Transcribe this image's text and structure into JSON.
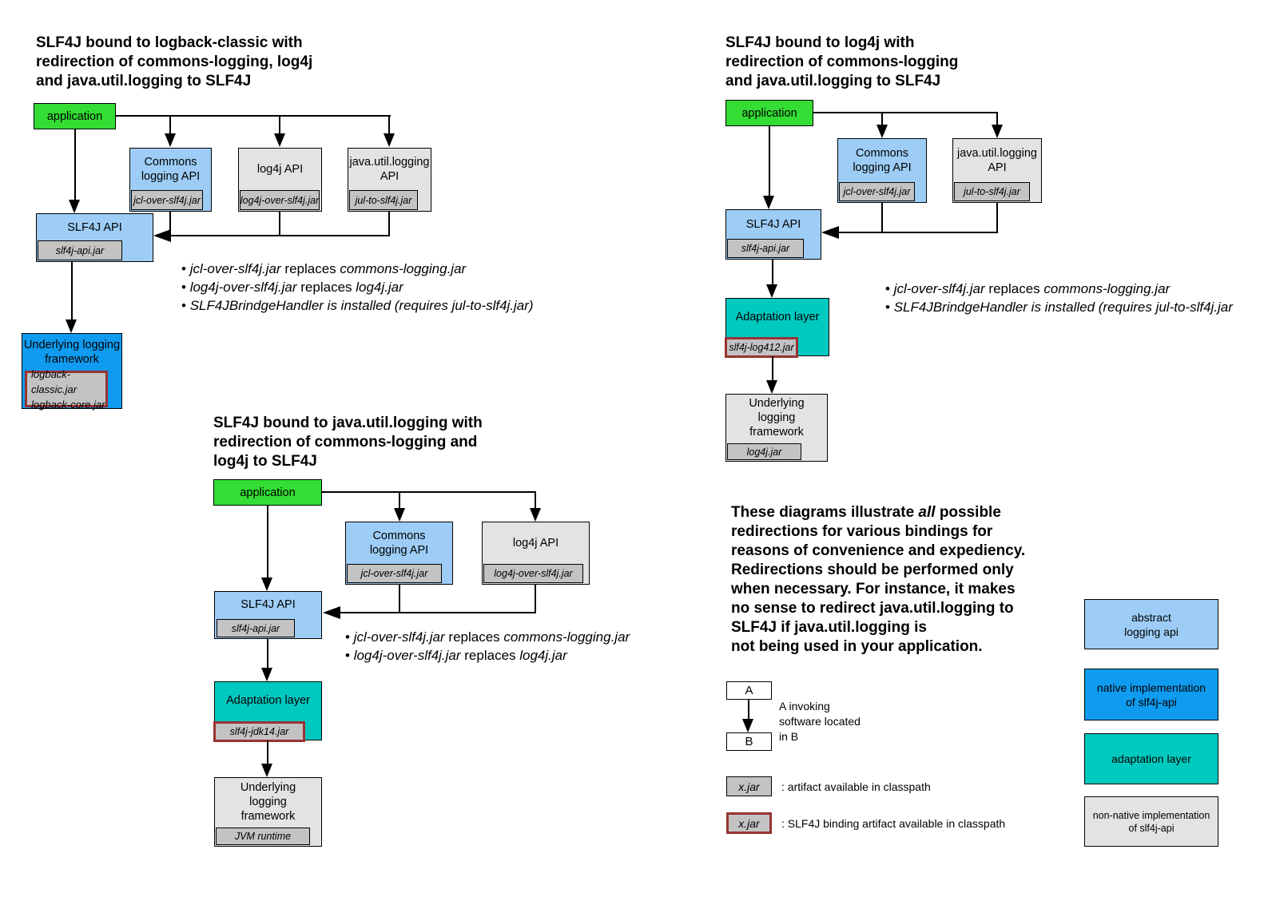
{
  "colors": {
    "green": "#33dd33",
    "light_blue": "#9dcdf6",
    "bright_blue": "#0f9bef",
    "teal": "#00c9c0",
    "light_gray": "#e3e3e3",
    "jar_gray": "#c3c3c3",
    "binding_border": "#993333"
  },
  "d1": {
    "title": "SLF4J bound to logback-classic with\nredirection of commons-logging, log4j\nand java.util.logging to SLF4J",
    "application": "application",
    "commons": {
      "label": "Commons\nlogging API",
      "jar": "jcl-over-slf4j.jar"
    },
    "log4j": {
      "label": "log4j API",
      "jar": "log4j-over-slf4j.jar"
    },
    "jul": {
      "label": "java.util.logging\nAPI",
      "jar": "jul-to-slf4j.jar"
    },
    "slf4j": {
      "label": "SLF4J API",
      "jar": "slf4j-api.jar"
    },
    "underlying": {
      "label": "Underlying logging\nframework",
      "jar": "logback-classic.jar\nlogback-core.jar"
    },
    "bullets": [
      [
        {
          "t": "• "
        },
        {
          "t": "jcl-over-slf4j.jar",
          "i": true
        },
        {
          "t": " replaces "
        },
        {
          "t": "commons-logging.jar",
          "i": true
        }
      ],
      [
        {
          "t": "• "
        },
        {
          "t": "log4j-over-slf4j.jar",
          "i": true
        },
        {
          "t": " replaces "
        },
        {
          "t": "log4j.jar",
          "i": true
        }
      ],
      [
        {
          "t": "• "
        },
        {
          "t": "SLF4JBrindgeHandler is installed (requires jul-to-slf4j.jar)",
          "i": true
        }
      ]
    ]
  },
  "d2": {
    "title": "SLF4J bound to log4j with\nredirection of commons-logging\nand java.util.logging to SLF4J",
    "application": "application",
    "commons": {
      "label": "Commons\nlogging API",
      "jar": "jcl-over-slf4j.jar"
    },
    "jul": {
      "label": "java.util.logging\nAPI",
      "jar": "jul-to-slf4j.jar"
    },
    "slf4j": {
      "label": "SLF4J API",
      "jar": "slf4j-api.jar"
    },
    "adaptation": {
      "label": "Adaptation layer",
      "jar": "slf4j-log412.jar"
    },
    "underlying": {
      "label": "Underlying\nlogging\nframework",
      "jar": "log4j.jar"
    },
    "bullets": [
      [
        {
          "t": "• "
        },
        {
          "t": "jcl-over-slf4j.jar",
          "i": true
        },
        {
          "t": " replaces "
        },
        {
          "t": "commons-logging.jar",
          "i": true
        }
      ],
      [
        {
          "t": "• "
        },
        {
          "t": "SLF4JBrindgeHandler is installed (requires jul-to-slf4j.jar",
          "i": true
        }
      ]
    ]
  },
  "d3": {
    "title": "SLF4J bound to java.util.logging with\nredirection of commons-logging and\nlog4j to SLF4J",
    "application": "application",
    "commons": {
      "label": "Commons\nlogging API",
      "jar": "jcl-over-slf4j.jar"
    },
    "log4j": {
      "label": "log4j API",
      "jar": "log4j-over-slf4j.jar"
    },
    "slf4j": {
      "label": "SLF4J API",
      "jar": "slf4j-api.jar"
    },
    "adaptation": {
      "label": "Adaptation layer",
      "jar": "slf4j-jdk14.jar"
    },
    "underlying": {
      "label": "Underlying\nlogging\nframework",
      "jar": "JVM runtime"
    },
    "bullets": [
      [
        {
          "t": "• "
        },
        {
          "t": "jcl-over-slf4j.jar",
          "i": true
        },
        {
          "t": " replaces "
        },
        {
          "t": "commons-logging.jar",
          "i": true
        }
      ],
      [
        {
          "t": "• "
        },
        {
          "t": "log4j-over-slf4j.jar",
          "i": true
        },
        {
          "t": " replaces "
        },
        {
          "t": "log4j.jar",
          "i": true
        }
      ]
    ]
  },
  "para": {
    "lines": [
      [
        {
          "t": "These diagrams illustrate "
        },
        {
          "t": "all",
          "i": true
        },
        {
          "t": " possible"
        }
      ],
      [
        {
          "t": "redirections for various bindings for"
        }
      ],
      [
        {
          "t": "reasons of convenience and expediency."
        }
      ],
      [
        {
          "t": "Redirections should be performed only"
        }
      ],
      [
        {
          "t": "when necessary. For instance, it makes"
        }
      ],
      [
        {
          "t": "no sense to redirect java.util.logging to"
        }
      ],
      [
        {
          "t": "SLF4J if java.util.logging is"
        }
      ],
      [
        {
          "t": "not being used in your application."
        }
      ]
    ]
  },
  "legend": {
    "a_label": "A",
    "b_label": "B",
    "invoke_caption": "A invoking\nsoftware located\nin B",
    "xjar_label": "x.jar",
    "artifact_caption": ": artifact available in classpath",
    "binding_caption": ": SLF4J binding artifact available in classpath",
    "color_boxes": [
      {
        "label": "abstract\nlogging api",
        "color": "#9dcdf6"
      },
      {
        "label": "native implementation\nof slf4j-api",
        "color": "#0f9bef"
      },
      {
        "label": "adaptation layer",
        "color": "#00c9c0"
      },
      {
        "label": "non-native implementation\nof slf4j-api",
        "color": "#e3e3e3"
      }
    ]
  }
}
